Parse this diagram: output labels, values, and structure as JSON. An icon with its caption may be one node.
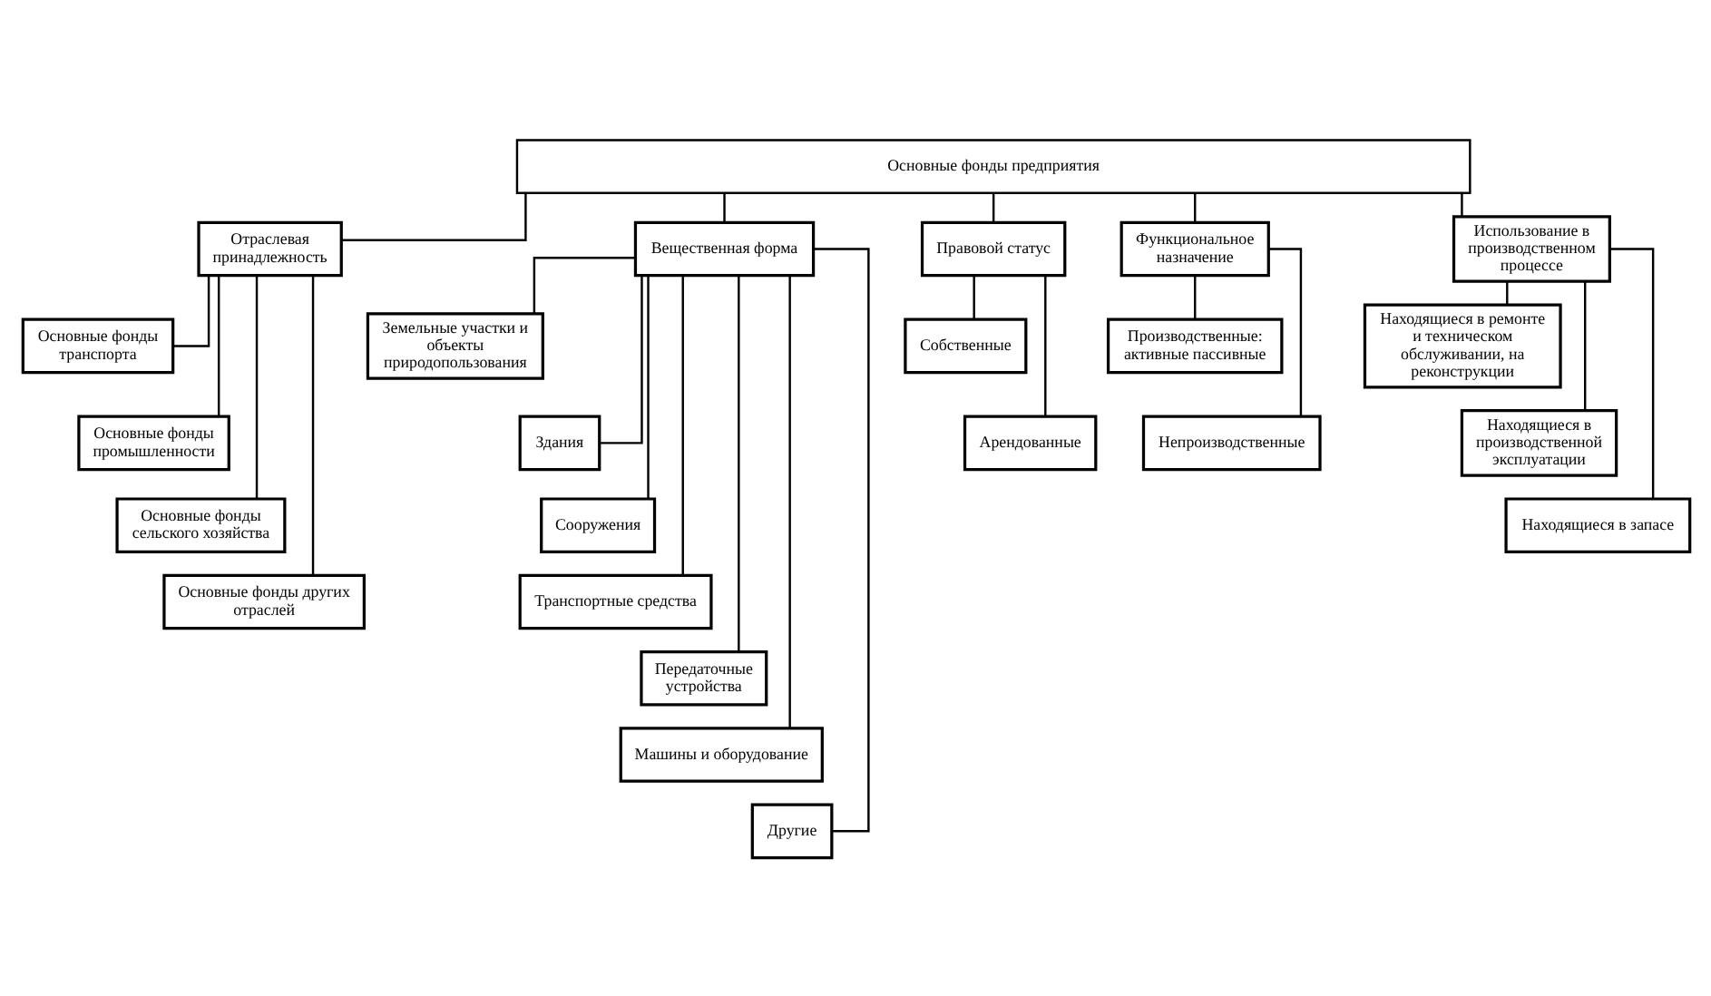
{
  "diagram": {
    "nodes": [
      {
        "text": [
          "Основные фонды предприятия"
        ]
      },
      {
        "text": [
          "Отраслевая принадлежность"
        ]
      },
      {
        "text": [
          "Основные фонды транспорта"
        ]
      },
      {
        "text": [
          "Основные фонды промышленности"
        ]
      },
      {
        "text": [
          "Основные фонды сельского хозяйства"
        ]
      },
      {
        "text": [
          "Основные фонды других отраслей"
        ]
      },
      {
        "text": [
          "Вещественная форма"
        ]
      },
      {
        "text": [
          "Земельные участки и объекты природопользования"
        ]
      },
      {
        "text": [
          "Здания"
        ]
      },
      {
        "text": [
          "Сооружения"
        ]
      },
      {
        "text": [
          "Транспортные средства"
        ]
      },
      {
        "text": [
          "Передаточные устройства"
        ]
      },
      {
        "text": [
          "Машины и оборудование"
        ]
      },
      {
        "text": [
          "Другие"
        ]
      },
      {
        "text": [
          "Правовой статус"
        ]
      },
      {
        "text": [
          "Собственные"
        ]
      },
      {
        "text": [
          "Арендованные"
        ]
      },
      {
        "text": [
          "Функциональное назначение"
        ]
      },
      {
        "text": [
          "Производственные: активные пассивные"
        ]
      },
      {
        "text": [
          "Непроизводственные"
        ]
      },
      {
        "text": [
          "Использование в производственном процессе"
        ]
      },
      {
        "text": [
          "Находящиеся в ремонте и техническом обслуживании, на реконструкции"
        ]
      },
      {
        "text": [
          "Находящиеся в производственной эксплуатации"
        ]
      },
      {
        "text": [
          "Находящиеся в запасе"
        ]
      }
    ],
    "edges": [
      {
        "from": 0,
        "to": 1,
        "arrow": "none"
      },
      {
        "from": 0,
        "to": 6,
        "arrow": "none"
      },
      {
        "from": 0,
        "to": 14,
        "arrow": "none"
      },
      {
        "from": 0,
        "to": 17,
        "arrow": "none"
      },
      {
        "from": 0,
        "to": 20,
        "arrow": "none"
      },
      {
        "from": 1,
        "to": 2,
        "arrow": "none"
      },
      {
        "from": 1,
        "to": 3,
        "arrow": "none"
      },
      {
        "from": 1,
        "to": 4,
        "arrow": "none"
      },
      {
        "from": 1,
        "to": 5,
        "arrow": "none"
      },
      {
        "from": 6,
        "to": 7,
        "arrow": "none"
      },
      {
        "from": 6,
        "to": 8,
        "arrow": "none"
      },
      {
        "from": 6,
        "to": 9,
        "arrow": "none"
      },
      {
        "from": 6,
        "to": 10,
        "arrow": "none"
      },
      {
        "from": 6,
        "to": 11,
        "arrow": "none"
      },
      {
        "from": 6,
        "to": 12,
        "arrow": "none"
      },
      {
        "from": 6,
        "to": 13,
        "arrow": "none"
      },
      {
        "from": 14,
        "to": 15,
        "arrow": "none"
      },
      {
        "from": 14,
        "to": 16,
        "arrow": "none"
      },
      {
        "from": 17,
        "to": 18,
        "arrow": "none"
      },
      {
        "from": 17,
        "to": 19,
        "arrow": "none"
      },
      {
        "from": 20,
        "to": 21,
        "arrow": "none"
      },
      {
        "from": 20,
        "to": 22,
        "arrow": "none"
      },
      {
        "from": 20,
        "to": 23,
        "arrow": "none"
      }
    ]
  }
}
